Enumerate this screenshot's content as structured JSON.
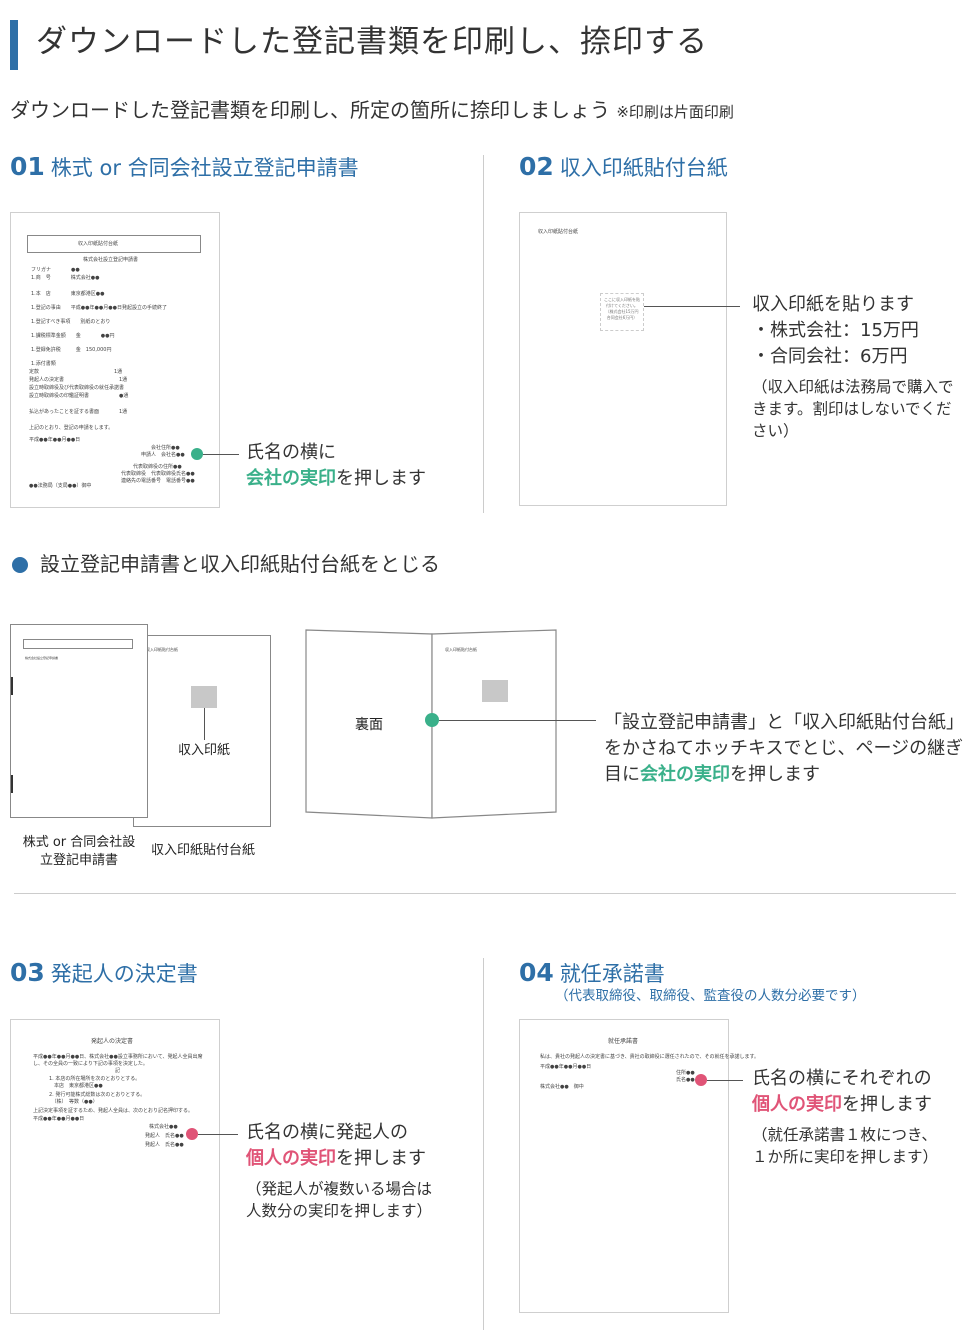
{
  "header": {
    "title": "ダウンロードした登記書類を印刷し、捺印する",
    "subtitle": "ダウンロードした登記書類を印刷し、所定の箇所に捺印しましょう",
    "subtitle_note": "※印刷は片面印刷"
  },
  "sections": {
    "s01": {
      "num": "01",
      "label": "株式 or 合同会社設立登記申請書",
      "note_line1": "氏名の横に",
      "note_emph": "会社の実印",
      "note_rest": "を押します",
      "doc": {
        "box": "収入印紙貼付台紙",
        "heading": "株式会社設立登記申請書",
        "lines": [
          "フリガナ　　　　●●",
          "1.商　号　　　　株式会社●●",
          "1.本　店　　　　東京都港区●●",
          "1.登記の事由　　平成●●年●●月●●日発起設立の手続終了",
          "1.登記すべき事項　　別紙のとおり",
          "1.課税標準金額　　金　　　　●●円",
          "1.登録免許税　　　金　150,000円",
          "1.添付書類",
          "定款　　　　　　　　　　　　　　　1通",
          "発起人の決定書　　　　　　　　　　　1通",
          "設立時取締役及び代表取締役の就任承諾書",
          "設立時取締役の印鑑証明書　　　　　　●通",
          "払込があったことを証する書面　　　　1通",
          "上記のとおり、登記の申請をします。",
          "平成●●年●●月●●日",
          "会社住所●●",
          "申請人　会社名●●",
          "代表取締役の住所●●",
          "代表取締役　代表取締役氏名●●",
          "連絡先の電話番号　電話番号●●",
          "●●法務局（支局●●）御中"
        ]
      }
    },
    "s02": {
      "num": "02",
      "label": "収入印紙貼付台紙",
      "doc_title": "収入印紙貼付台紙",
      "stamp_text": "ここに収入印紙を貼付けてください。（株式会社15万円 合同会社6万円）",
      "note_main": "収入印紙を貼ります",
      "note_kabu": "・株式会社：15万円",
      "note_godo": "・合同会社：6万円",
      "note_paren": "（収入印紙は法務局で購入できます。割印はしないでください）"
    },
    "bind": {
      "heading": "設立登記申請書と収入印紙貼付台紙をとじる",
      "stamp_label": "収入印紙",
      "cap1": "株式 or 合同会社設立登記申請書",
      "cap2": "収入印紙貼付台紙",
      "back_label": "裏面",
      "note_pre": "「設立登記申請書」と「収入印紙貼付台紙」をかさねてホッチキスでとじ、ページの継ぎ目に",
      "note_emph": "会社の実印",
      "note_post": "を押します"
    },
    "s03": {
      "num": "03",
      "label": "発起人の決定書",
      "doc_title": "発起人の決定書",
      "doc_lines": [
        "平成●●年●●月●●日、株式会社●●設立事務所において、発起人全員出席し、その全員の一致により下記の事項を決定した。",
        "記",
        "1. 本店の所在場所を次のとおりとする。",
        "　本店　東京都港区●●",
        "2. 発行可能株式総数は次のとおりとする。",
        "　（株）　等数（●●）",
        "上記決定事項を証するため、発起人全員は、次のとおり記名押印する。",
        "平成●●年●●月●●日",
        "株式会社●●",
        "発起人　氏名●●",
        "発起人　氏名●●"
      ],
      "note_line1": "氏名の横に発起人の",
      "note_emph": "個人の実印",
      "note_rest": "を押します",
      "note_paren": "（発起人が複数いる場合は人数分の実印を押します）"
    },
    "s04": {
      "num": "04",
      "label": "就任承諾書",
      "sub": "（代表取締役、取締役、監査役の人数分必要です）",
      "doc_title": "就任承諾書",
      "doc_lines": [
        "私は、貴社の発起人の決定書に基づき、貴社の取締役に選任されたので、その就任を承諾します。",
        "平成●●年●●月●●日",
        "住所●●",
        "氏名●●",
        "株式会社●●　御中"
      ],
      "note_line1": "氏名の横にそれぞれの",
      "note_emph": "個人の実印",
      "note_rest": "を押します",
      "note_paren": "（就任承諾書１枚につき、１か所に実印を押します）"
    }
  },
  "colors": {
    "accent": "#2e6fa7",
    "green": "#3ab08a",
    "pink": "#e05477"
  }
}
